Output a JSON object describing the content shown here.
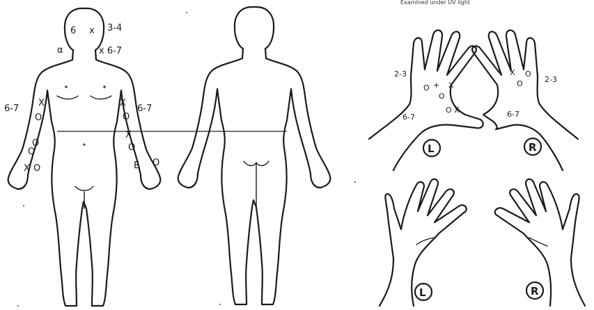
{
  "header_text": "Examined under UV light",
  "body_front": {
    "marks": {
      "head_left": "6",
      "head_right": "x",
      "neck_left": "α",
      "face_score": "3-4",
      "neck_score": "x 6-7",
      "arm_left_score": "6-7",
      "arm_right_score": "6-7",
      "left_arm_marks": [
        "X",
        "O",
        "O",
        "O",
        "X",
        "O"
      ],
      "right_arm_marks": [
        "X",
        "O",
        "X",
        "O",
        "E",
        "O"
      ]
    }
  },
  "hands_back": {
    "left_label": "L",
    "right_label": "R",
    "left_scores": [
      "2-3",
      "6-7",
      "O",
      "+",
      "O",
      "X",
      "O",
      "X"
    ],
    "right_scores": [
      "2-3",
      "6-7",
      "O",
      "X",
      "O"
    ]
  },
  "hands_palm": {
    "left_label": "L",
    "right_label": "R"
  },
  "colors": {
    "ink": "#1a1a1a",
    "paper": "#ffffff"
  }
}
